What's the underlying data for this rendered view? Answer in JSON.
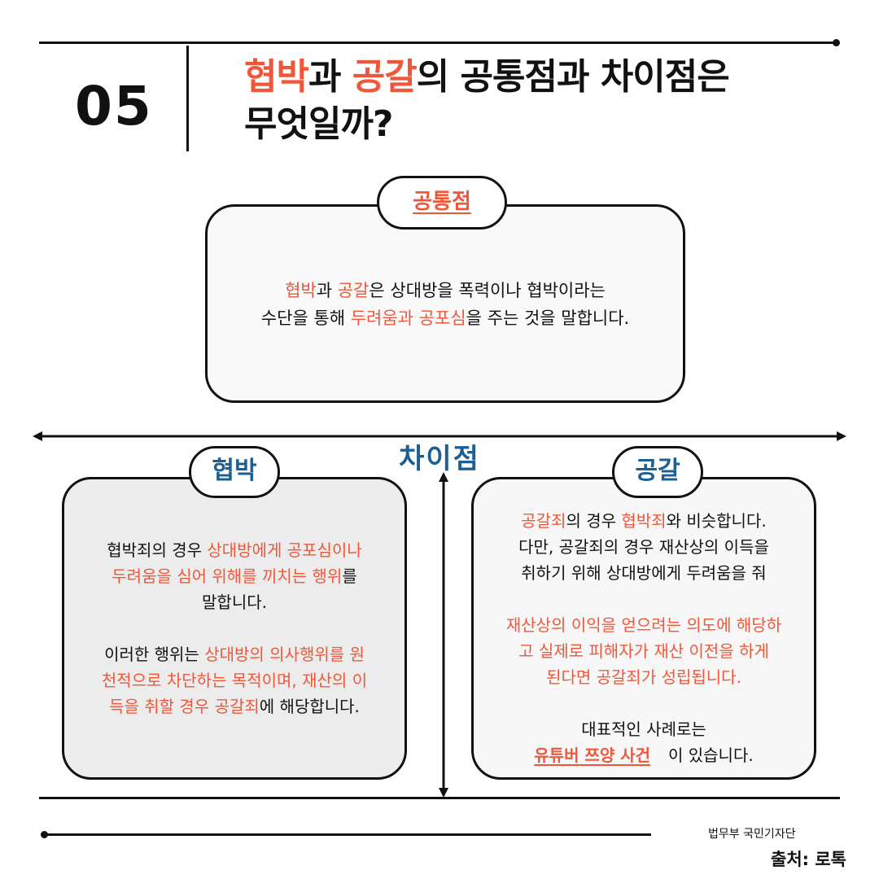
{
  "header": {
    "number": "05",
    "title_line1_a": "협박",
    "title_line1_b": "과 ",
    "title_line1_c": "공갈",
    "title_line1_d": "의 공통점과 차이점은",
    "title_line2": "무엇일까?"
  },
  "common": {
    "label": "공통점",
    "l1_a": "협박",
    "l1_b": "과 ",
    "l1_c": "공갈",
    "l1_d": "은 상대방을 폭력이나 협박이라는",
    "l2_a": "수단을 통해 ",
    "l2_b": "두려움과 공포심",
    "l2_c": "을 주는 것을 말합니다."
  },
  "difference": {
    "label": "차이점"
  },
  "threat": {
    "label": "협박",
    "p1_a": "협박죄의 경우 ",
    "p1_b": "상대방에게 공포심이나",
    "p1_c": "두려움을 심어 위해를 끼치는 행위",
    "p1_d": "를",
    "p1_e": "말합니다.",
    "p2_a": "이러한 행위는 ",
    "p2_b": "상대방의 의사행위를 원",
    "p2_c": "천적으로 차단하는 목적이며, 재산의 이",
    "p2_d": "득을 취할 경우 공갈죄",
    "p2_e": "에 해당합니다."
  },
  "extortion": {
    "label": "공갈",
    "p1_a": "공갈죄",
    "p1_b": "의 경우 ",
    "p1_c": "협박죄",
    "p1_d": "와 비슷합니다.",
    "p1_e": "다만, 공갈죄의 경우 재산상의 이득을",
    "p1_f": "취하기 위해 상대방에게 두려움을 줘",
    "p2_a": "재산상의 이익을 얻으려는 의도에 해당하",
    "p2_b": "고 실제로 피해자가 재산 이전을 하게",
    "p2_c": "된다면 공갈죄가 성립됩니다.",
    "p3_a": "대표적인 사례로는",
    "p3_link": "유튜버 쯔양 사건",
    "p3_b": "이 있습니다."
  },
  "footer": {
    "org": "법무부 국민기자단",
    "source": "출처: 로톡"
  },
  "colors": {
    "accent_orange": "#f0573a",
    "accent_blue": "#1d5f92",
    "line": "#111111"
  }
}
